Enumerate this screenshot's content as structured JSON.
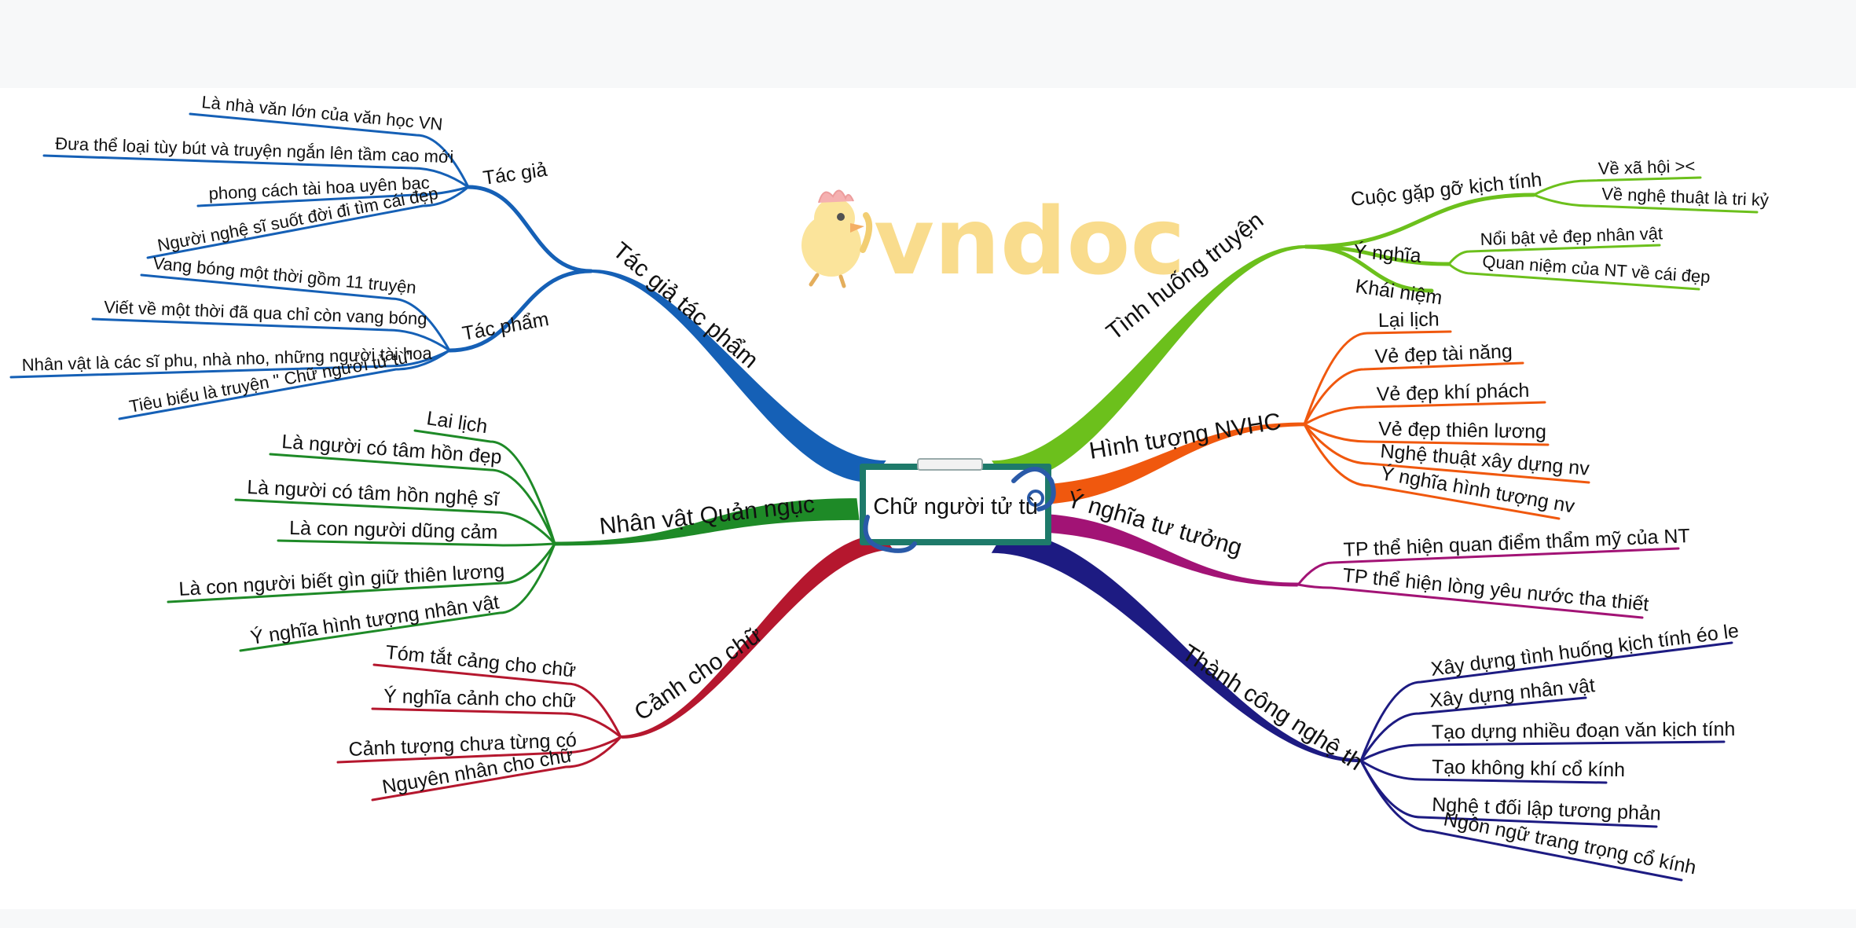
{
  "center": {
    "label": "Chữ người tử tù"
  },
  "watermark": {
    "text": "vndoc",
    "icon": "chick-mascot-icon",
    "color": "#f9d77a"
  },
  "branches": [
    {
      "id": "tac-gia-tac-pham",
      "label": "Tác giả tác phẩm",
      "color": "#1560b6",
      "children": [
        {
          "label": "Tác giả",
          "children": [
            "Là nhà văn lớn của văn học VN",
            "Đưa thể loại tùy bút và truyện ngắn lên tầm cao mới",
            "phong cách tài hoa uyên bac",
            "Người nghệ sĩ suốt đời đi tìm cái đẹp"
          ]
        },
        {
          "label": "Tác phẩm",
          "children": [
            "Vang bóng một thời gồm 11 truyện",
            "Viết về một thời đã qua chỉ còn vang bóng",
            "Nhân vật là các sĩ phu, nhà nho, những người tài hoa",
            "Tiêu biểu là truyện \" Chữ người tử tù\""
          ]
        }
      ]
    },
    {
      "id": "nhan-vat-quan-nguc",
      "label": "Nhân vật Quản ngục",
      "color": "#1e8a27",
      "children": [
        "Lai lịch",
        "Là người có tâm hồn đẹp",
        "Là người có tâm hồn nghệ sĩ",
        "Là con người dũng cảm",
        "Là con người biết gìn giữ thiên lương",
        "Ý nghĩa hình tượng nhân vật"
      ]
    },
    {
      "id": "canh-cho-chu",
      "label": "Cảnh cho chữ",
      "color": "#b5172e",
      "children": [
        "Tóm tắt cảng cho chữ",
        "Ý nghĩa cảnh cho chữ",
        "Cảnh tượng chưa từng có",
        "Nguyên nhân cho chữ"
      ]
    },
    {
      "id": "tinh-huong-truyen",
      "label": "Tình huống truyện",
      "color": "#6cc01c",
      "children": [
        {
          "label": "Cuộc gặp gỡ kịch tính",
          "children": [
            "Về xã hội ><",
            "Về nghệ thuật là tri kỷ"
          ]
        },
        {
          "label": "Ý nghĩa",
          "children": [
            "Nổi bật vẻ đẹp nhân vật",
            "Quan niệm của NT về cái đẹp"
          ]
        },
        {
          "label": "Khái niệm",
          "children": []
        }
      ]
    },
    {
      "id": "hinh-tuong-nvhc",
      "label": "Hình tượng NVHC",
      "color": "#f0580e",
      "children": [
        "Lại lịch",
        "Vẻ đẹp tài năng",
        "Vẻ đẹp khí phách",
        "Vẻ đẹp thiên lương",
        "Nghệ thuật xây dựng nv",
        "Ý nghĩa hình tượng nv"
      ]
    },
    {
      "id": "y-nghia-tu-tuong",
      "label": "Ý nghĩa tư tưởng",
      "color": "#a21375",
      "children": [
        "TP thể hiện quan điểm thẩm mỹ của NT",
        "TP thể hiện lòng yêu nước tha thiết"
      ]
    },
    {
      "id": "thanh-cong-nghe-thuat",
      "label": "Thành công nghệ th",
      "color": "#1d1b82",
      "children": [
        "Xây dựng tình huống kịch tính éo le",
        "Xây dựng nhân vật",
        "Tạo dựng nhiều đoạn văn kịch tính",
        "Tạo không khí cổ kính",
        "Nghệ t đối lập tương phản",
        "Ngôn ngữ trang trọng cổ kính"
      ]
    }
  ]
}
